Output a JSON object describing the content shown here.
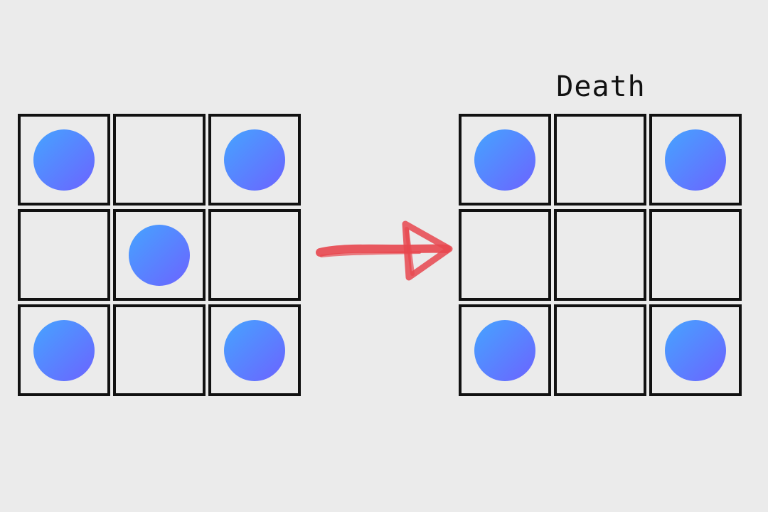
{
  "title_right": "Death",
  "colors": {
    "background": "#ebebeb",
    "grid_line": "#111111",
    "cell_gradient_start": "#45a4ff",
    "cell_gradient_end": "#6c63ff",
    "arrow": "#e8474f"
  },
  "grids": {
    "before": {
      "rows": 3,
      "cols": 3,
      "alive": [
        [
          true,
          false,
          true
        ],
        [
          false,
          true,
          false
        ],
        [
          true,
          false,
          true
        ]
      ]
    },
    "after": {
      "rows": 3,
      "cols": 3,
      "alive": [
        [
          true,
          false,
          true
        ],
        [
          false,
          false,
          false
        ],
        [
          true,
          false,
          true
        ]
      ]
    }
  },
  "arrow_icon": "right-arrow-icon"
}
